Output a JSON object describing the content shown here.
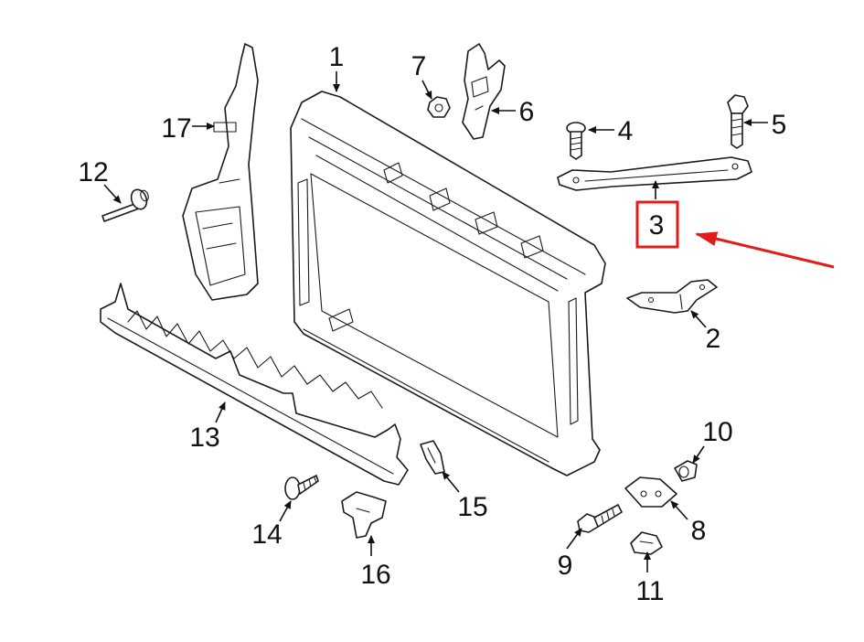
{
  "callouts": {
    "c1": "1",
    "c2": "2",
    "c3": "3",
    "c4": "4",
    "c5": "5",
    "c6": "6",
    "c7": "7",
    "c8": "8",
    "c9": "9",
    "c10": "10",
    "c11": "11",
    "c12": "12",
    "c13": "13",
    "c14": "14",
    "c15": "15",
    "c16": "16",
    "c17": "17"
  },
  "highlight": {
    "target": "3",
    "box_color": "#e21b1b",
    "arrow_color": "#e21b1b"
  }
}
